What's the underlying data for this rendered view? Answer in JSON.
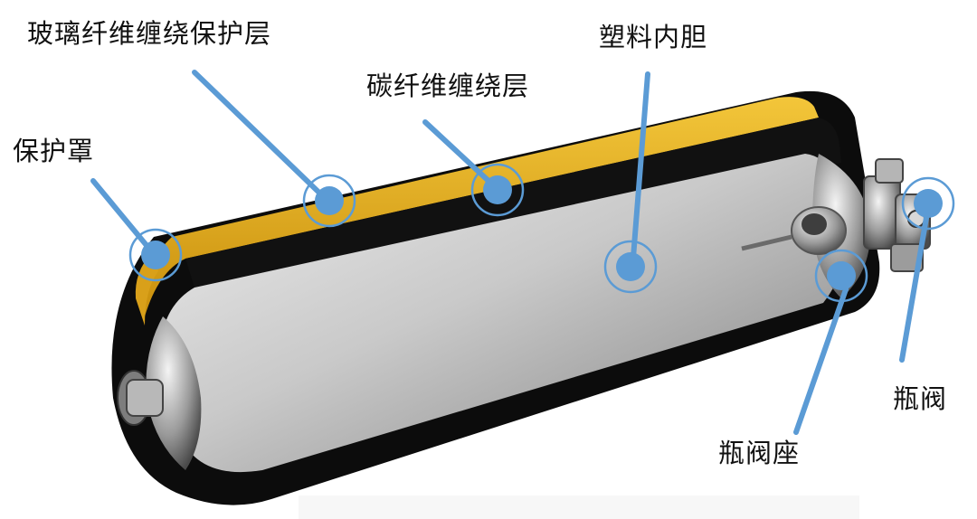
{
  "labels": {
    "glass_fiber_layer": "玻璃纤维缠绕保护层",
    "carbon_fiber_layer": "碳纤维缠绕层",
    "plastic_liner": "塑料内胆",
    "protective_cover": "保护罩",
    "valve": "瓶阀",
    "valve_seat": "瓶阀座"
  },
  "colors": {
    "callout": "#5b9bd5",
    "fiber_glass": "#e8b21a",
    "shell": "#0c0c0c",
    "liner_light": "#e4e4e4",
    "liner_dark": "#8a8a8a"
  }
}
